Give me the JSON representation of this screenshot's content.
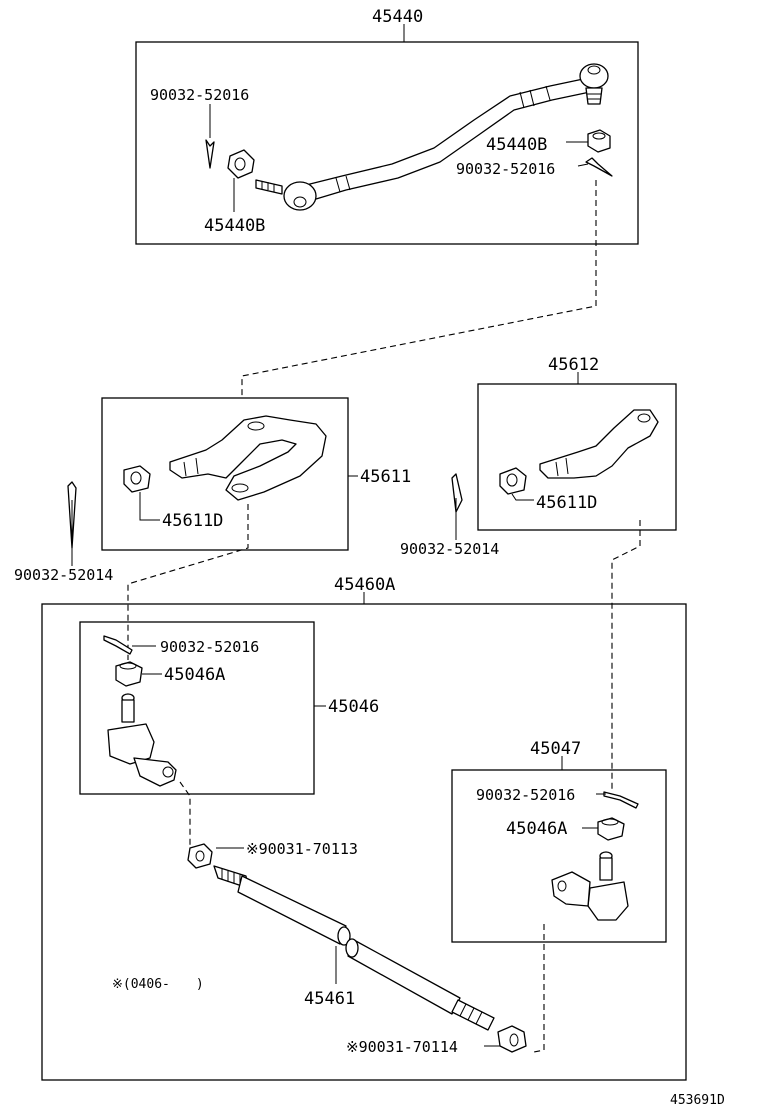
{
  "labels": {
    "top_assembly": "45440",
    "top_pin_left": "90032-52016",
    "top_nut_right": "45440B",
    "top_pin_right": "90032-52016",
    "top_nut_left": "45440B",
    "arm_left": "45611",
    "arm_left_nut": "45611D",
    "arm_right": "45612",
    "arm_right_nut": "45611D",
    "pin_far_left": "90032-52014",
    "pin_mid": "90032-52014",
    "bottom_assembly": "45460A",
    "end_left_pin": "90032-52016",
    "end_left_nut": "45046A",
    "end_left": "45046",
    "end_right": "45047",
    "end_right_pin": "90032-52016",
    "end_right_nut": "45046A",
    "clamp_left": "※90031-70113",
    "clamp_right": "※90031-70114",
    "tube": "45461",
    "note_date": "※(0406-　　)",
    "diagram_id": "453691D"
  }
}
